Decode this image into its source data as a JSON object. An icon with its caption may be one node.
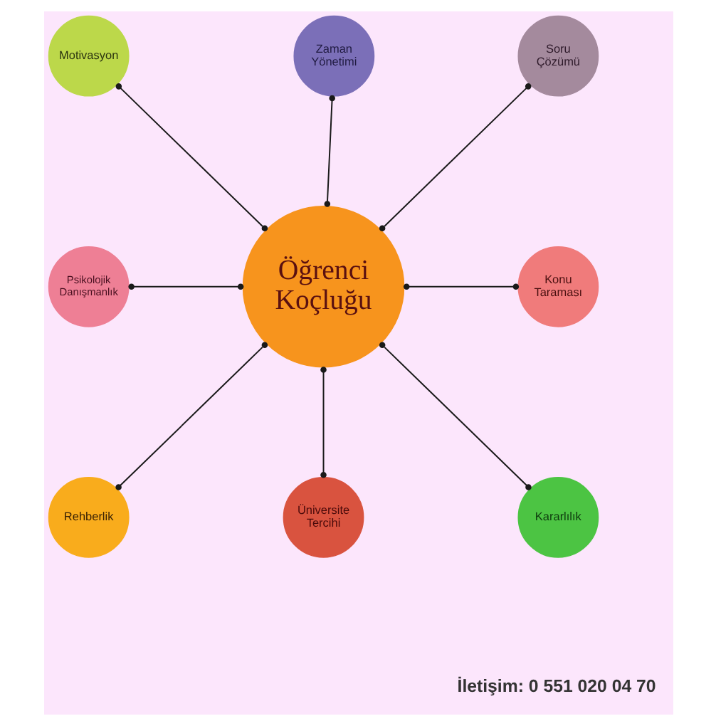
{
  "diagram": {
    "nodes": [
      {
        "text": [
          "Zaman Yönetimi"
        ]
      },
      {
        "text": [
          "Motivasyon"
        ]
      },
      {
        "text": [
          "Soru Çözümü"
        ]
      },
      {
        "text": [
          "Psikolojik Danışmanlık"
        ]
      },
      {
        "text": [
          "Öğrenci Koçluğu"
        ]
      },
      {
        "text": [
          "Konu Taraması"
        ]
      },
      {
        "text": [
          "Rehberlik"
        ]
      },
      {
        "text": [
          "Kararlılık"
        ]
      },
      {
        "text": [
          "Üniversite Tercihi"
        ]
      }
    ],
    "edges": [
      {
        "from": 4,
        "to": 0,
        "arrow": "other"
      },
      {
        "from": 4,
        "to": 2,
        "arrow": "other"
      },
      {
        "from": 4,
        "to": 5,
        "arrow": "other"
      },
      {
        "from": 4,
        "to": 7,
        "arrow": "other"
      },
      {
        "from": 4,
        "to": 8,
        "arrow": "other"
      },
      {
        "from": 4,
        "to": 6,
        "arrow": "other"
      },
      {
        "from": 4,
        "to": 3,
        "arrow": "other"
      },
      {
        "from": 4,
        "to": 1,
        "arrow": "other"
      }
    ],
    "labels": [
      "İletişim: 0 551 020 04 70"
    ]
  }
}
